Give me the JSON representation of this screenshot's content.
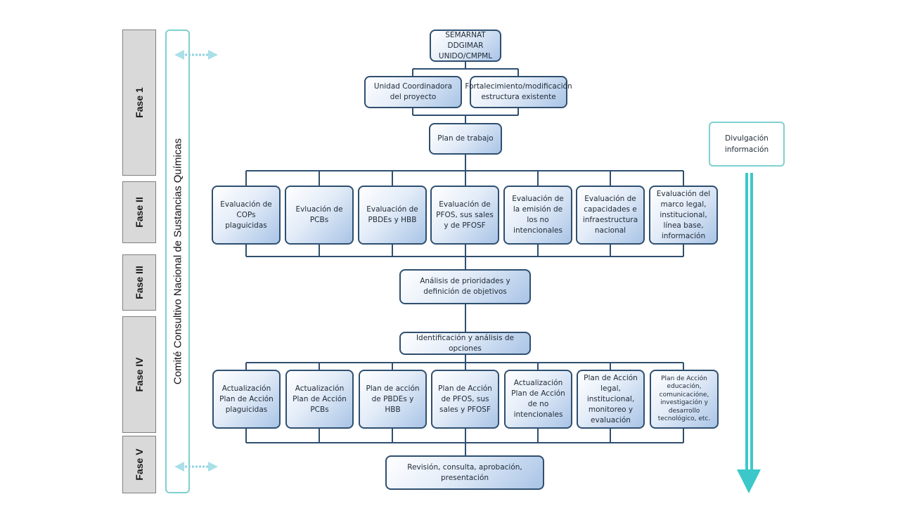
{
  "phases": [
    {
      "label": "Fase 1"
    },
    {
      "label": "Fase II"
    },
    {
      "label": "Fase III"
    },
    {
      "label": "Fase IV"
    },
    {
      "label": "Fase V"
    }
  ],
  "committee_label": "Comité Consultivo Nacional  de Sustancias Químicas",
  "dissemination_label": "Divulgación información",
  "colors": {
    "box_border": "#2f4f6f",
    "teal": "#3cc8c8",
    "phase_fill": "#d9d9d9"
  },
  "nodes": {
    "semarnat": "SEMARNAT DDGIMAR UNIDO/CMPML",
    "unidad": "Unidad Coordinadora del proyecto",
    "fortalecimiento": "Fortalecimiento/modificación estructura existente",
    "plan_trabajo": "Plan de trabajo",
    "analisis": "Análisis de prioridades y definición de objetivos",
    "identificacion": "Identificación y análisis de opciones",
    "revision": "Revisión, consulta, aprobación, presentación"
  },
  "evaluations": [
    "Evaluación de COPs plaguicidas",
    "Evluación de PCBs",
    "Evaluación de PBDEs y HBB",
    "Evaluación de PFOS, sus sales y de PFOSF",
    "Evaluación de la emisión de los no intencionales",
    "Evaluación de capacidades e infraestructura nacional",
    "Evaluación del marco legal, institucional, línea base, información"
  ],
  "action_plans": [
    "Actualización Plan de Acción plaguicidas",
    "Actualización Plan de Acción PCBs",
    "Plan de acción de PBDEs y HBB",
    "Plan de Acción de PFOS, sus sales y PFOSF",
    "Actualización Plan de Acción de no intencionales",
    "Plan de Acción legal, institucional, monitoreo y evaluación",
    "Plan de Acción educación, comunicacióne, investigación y desarrollo tecnológico, etc."
  ]
}
